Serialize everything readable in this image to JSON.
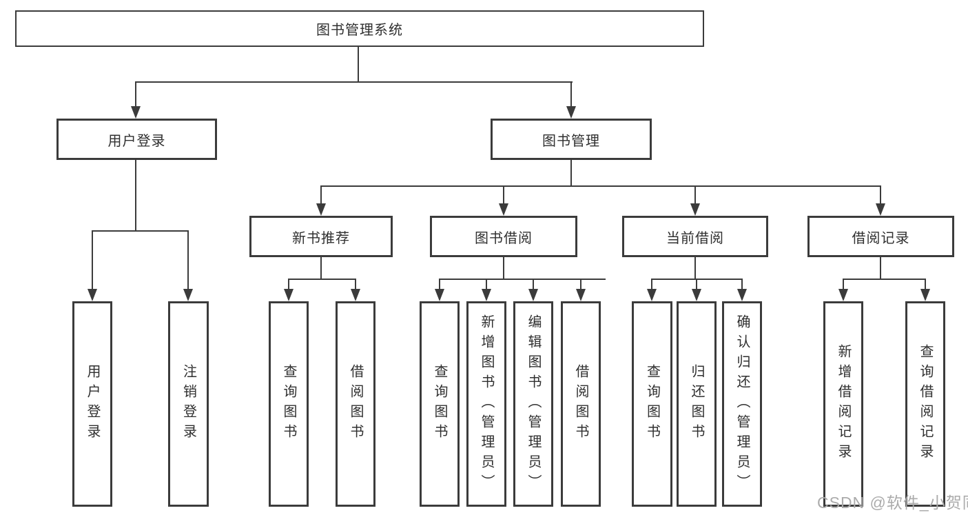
{
  "diagram": {
    "root": {
      "label": "图书管理系统"
    },
    "branches": [
      {
        "label": "用户登录",
        "children": [
          {
            "label": "用户登录"
          },
          {
            "label": "注销登录"
          }
        ]
      },
      {
        "label": "图书管理",
        "children": [
          {
            "label": "新书推荐",
            "children": [
              {
                "label": "查询图书"
              },
              {
                "label": "借阅图书"
              }
            ]
          },
          {
            "label": "图书借阅",
            "children": [
              {
                "label": "查询图书"
              },
              {
                "label": "新增图书（管理员）"
              },
              {
                "label": "编辑图书（管理员）"
              },
              {
                "label": "借阅图书"
              }
            ]
          },
          {
            "label": "当前借阅",
            "children": [
              {
                "label": "查询图书"
              },
              {
                "label": "归还图书"
              },
              {
                "label": "确认归还（管理员）"
              }
            ]
          },
          {
            "label": "借阅记录",
            "children": [
              {
                "label": "新增借阅记录"
              },
              {
                "label": "查询借阅记录"
              }
            ]
          }
        ]
      }
    ]
  },
  "watermark": "CSDN @软件_小贺同学",
  "colors": {
    "line": "#3b3b3b",
    "text": "#2f2f2f",
    "watermark": "#ababab",
    "background": "#ffffff"
  }
}
